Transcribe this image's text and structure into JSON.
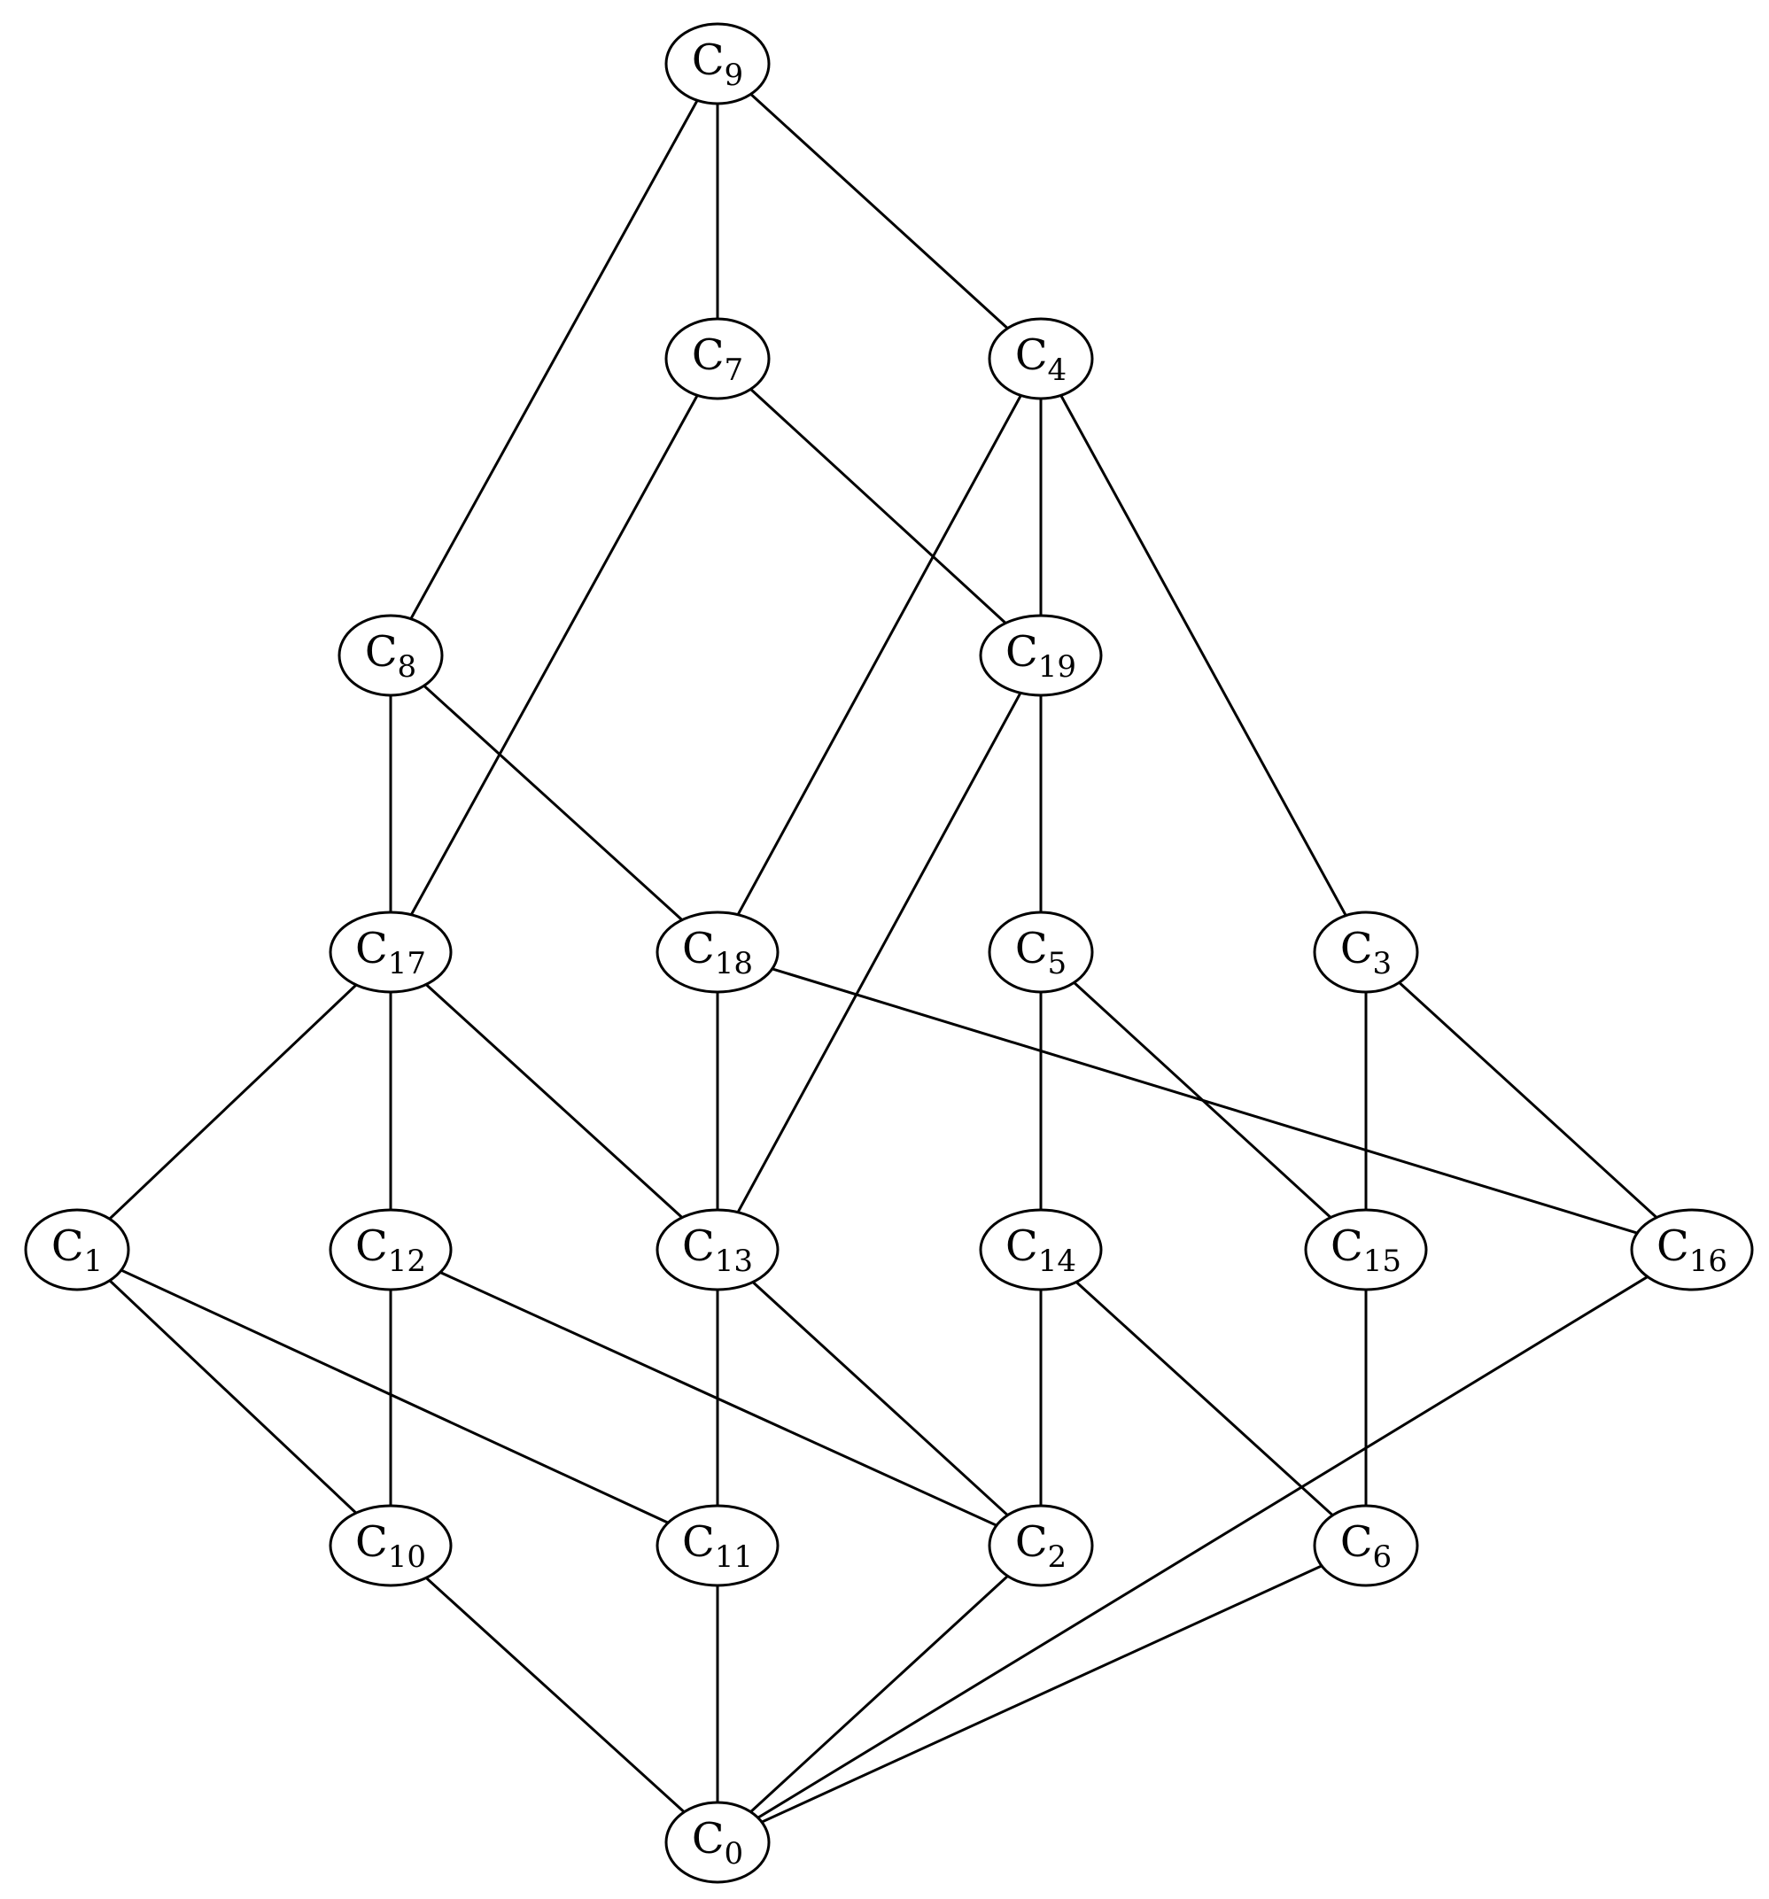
{
  "diagram": {
    "type": "hasse-diagram",
    "nodes": [
      {
        "id": "C9",
        "base": "C",
        "sub": "9"
      },
      {
        "id": "C7",
        "base": "C",
        "sub": "7"
      },
      {
        "id": "C4",
        "base": "C",
        "sub": "4"
      },
      {
        "id": "C8",
        "base": "C",
        "sub": "8"
      },
      {
        "id": "C19",
        "base": "C",
        "sub": "19"
      },
      {
        "id": "C17",
        "base": "C",
        "sub": "17"
      },
      {
        "id": "C18",
        "base": "C",
        "sub": "18"
      },
      {
        "id": "C5",
        "base": "C",
        "sub": "5"
      },
      {
        "id": "C3",
        "base": "C",
        "sub": "3"
      },
      {
        "id": "C1",
        "base": "C",
        "sub": "1"
      },
      {
        "id": "C12",
        "base": "C",
        "sub": "12"
      },
      {
        "id": "C13",
        "base": "C",
        "sub": "13"
      },
      {
        "id": "C14",
        "base": "C",
        "sub": "14"
      },
      {
        "id": "C15",
        "base": "C",
        "sub": "15"
      },
      {
        "id": "C16",
        "base": "C",
        "sub": "16"
      },
      {
        "id": "C10",
        "base": "C",
        "sub": "10"
      },
      {
        "id": "C11",
        "base": "C",
        "sub": "11"
      },
      {
        "id": "C2",
        "base": "C",
        "sub": "2"
      },
      {
        "id": "C6",
        "base": "C",
        "sub": "6"
      },
      {
        "id": "C0",
        "base": "C",
        "sub": "0"
      }
    ],
    "edges": [
      [
        "C9",
        "C8"
      ],
      [
        "C9",
        "C7"
      ],
      [
        "C9",
        "C4"
      ],
      [
        "C7",
        "C17"
      ],
      [
        "C7",
        "C19"
      ],
      [
        "C4",
        "C18"
      ],
      [
        "C4",
        "C19"
      ],
      [
        "C4",
        "C3"
      ],
      [
        "C8",
        "C17"
      ],
      [
        "C8",
        "C18"
      ],
      [
        "C19",
        "C13"
      ],
      [
        "C19",
        "C5"
      ],
      [
        "C17",
        "C1"
      ],
      [
        "C17",
        "C12"
      ],
      [
        "C17",
        "C13"
      ],
      [
        "C18",
        "C13"
      ],
      [
        "C18",
        "C16"
      ],
      [
        "C5",
        "C14"
      ],
      [
        "C5",
        "C15"
      ],
      [
        "C3",
        "C15"
      ],
      [
        "C3",
        "C16"
      ],
      [
        "C1",
        "C10"
      ],
      [
        "C1",
        "C11"
      ],
      [
        "C12",
        "C10"
      ],
      [
        "C12",
        "C2"
      ],
      [
        "C13",
        "C11"
      ],
      [
        "C13",
        "C2"
      ],
      [
        "C14",
        "C2"
      ],
      [
        "C14",
        "C6"
      ],
      [
        "C15",
        "C6"
      ],
      [
        "C16",
        "C0"
      ],
      [
        "C10",
        "C0"
      ],
      [
        "C11",
        "C0"
      ],
      [
        "C2",
        "C0"
      ],
      [
        "C6",
        "C0"
      ]
    ]
  }
}
